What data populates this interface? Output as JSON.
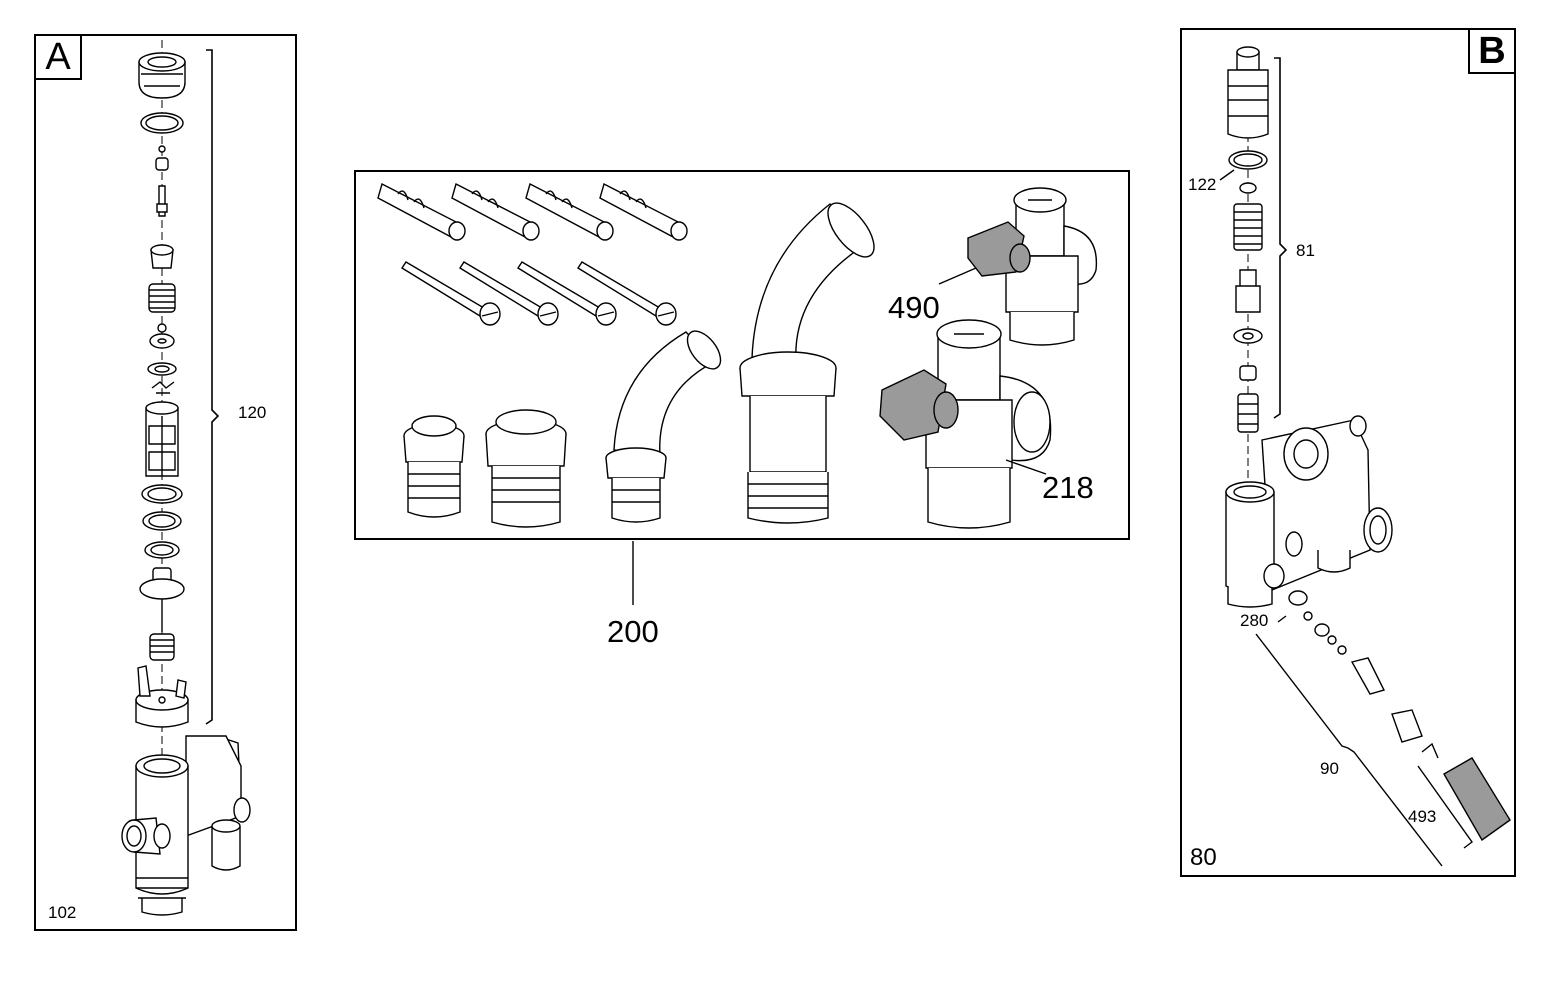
{
  "panel_a": {
    "letter": "A",
    "callouts": {
      "assembly": "120",
      "base": "102"
    }
  },
  "panel_kit": {
    "callouts": {
      "kit": "200",
      "valve_small": "490",
      "valve_large": "218"
    }
  },
  "panel_b": {
    "letter": "B",
    "callouts": {
      "o_ring": "122",
      "cartridge": "81",
      "seal": "280",
      "drain": "90",
      "handle": "493",
      "base": "80"
    }
  },
  "colors": {
    "line": "#000000",
    "handle_fill": "#9a9a9a",
    "background": "#ffffff"
  }
}
